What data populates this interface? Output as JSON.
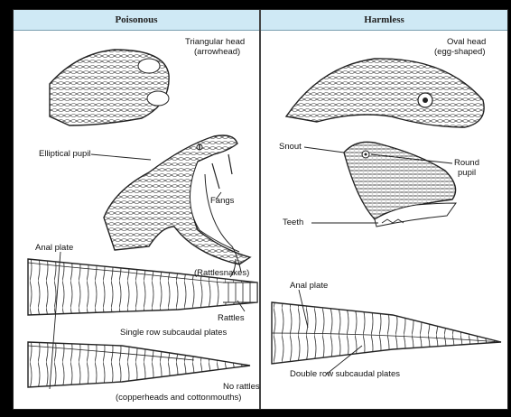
{
  "headers": {
    "left": "Poisonous",
    "right": "Harmless"
  },
  "labels": {
    "triangular_head": "Triangular head",
    "arrowhead": "(arrowhead)",
    "elliptical_pupil": "Elliptical pupil",
    "fangs": "Fangs",
    "anal_plate_left": "Anal plate",
    "rattlesnakes": "(Rattlesnakes)",
    "rattles": "Rattles",
    "single_row": "Single row subcaudal plates",
    "no_rattles": "No rattles",
    "copperheads": "(copperheads and cottonmouths)",
    "oval_head": "Oval head",
    "egg_shaped": "(egg-shaped)",
    "snout": "Snout",
    "round": "Round",
    "pupil": "pupil",
    "teeth": "Teeth",
    "anal_plate_right": "Anal plate",
    "double_row": "Double row subcaudal plates"
  },
  "colors": {
    "header_bg": "#cfe9f5",
    "frame": "#000000",
    "ink": "#222222"
  }
}
